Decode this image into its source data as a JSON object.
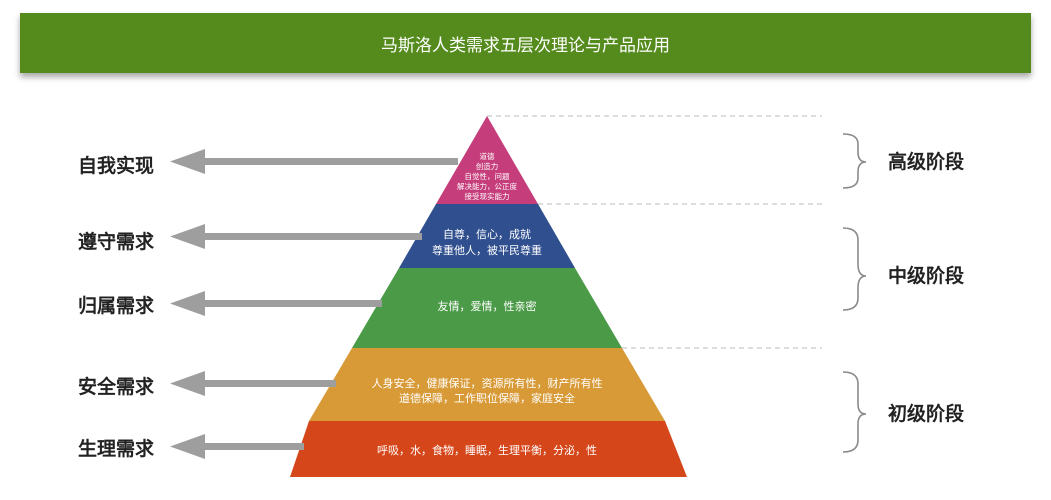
{
  "title": "马斯洛人类需求五层次理论与产品应用",
  "needs": [
    "自我实现",
    "遵守需求",
    "归属需求",
    "安全需求",
    "生理需求"
  ],
  "layers": [
    {
      "lines": [
        "道德",
        "创造力",
        "自觉性，问题",
        "解决能力，公正度",
        "接受现实能力"
      ],
      "color": "#c63d7b"
    },
    {
      "lines": [
        "自尊，信心，成就",
        "尊重他人，被平民尊重"
      ],
      "color": "#2f4f8f"
    },
    {
      "lines": [
        "友情，爱情，性亲密"
      ],
      "color": "#4b9a48"
    },
    {
      "lines": [
        "人身安全，健康保证，资源所有性，财产所有性",
        "道德保障，工作职位保障，家庭安全"
      ],
      "color": "#d89a36"
    },
    {
      "lines": [
        "呼吸，水，食物，睡眠，生理平衡，分泌，性"
      ],
      "color": "#d5461a"
    }
  ],
  "stages": [
    "高级阶段",
    "中级阶段",
    "初级阶段"
  ],
  "colors": {
    "banner": "#548b1c",
    "arrow": "#9e9e9e",
    "brace": "#8a8a8a",
    "dashed": "#bbbbbb"
  }
}
